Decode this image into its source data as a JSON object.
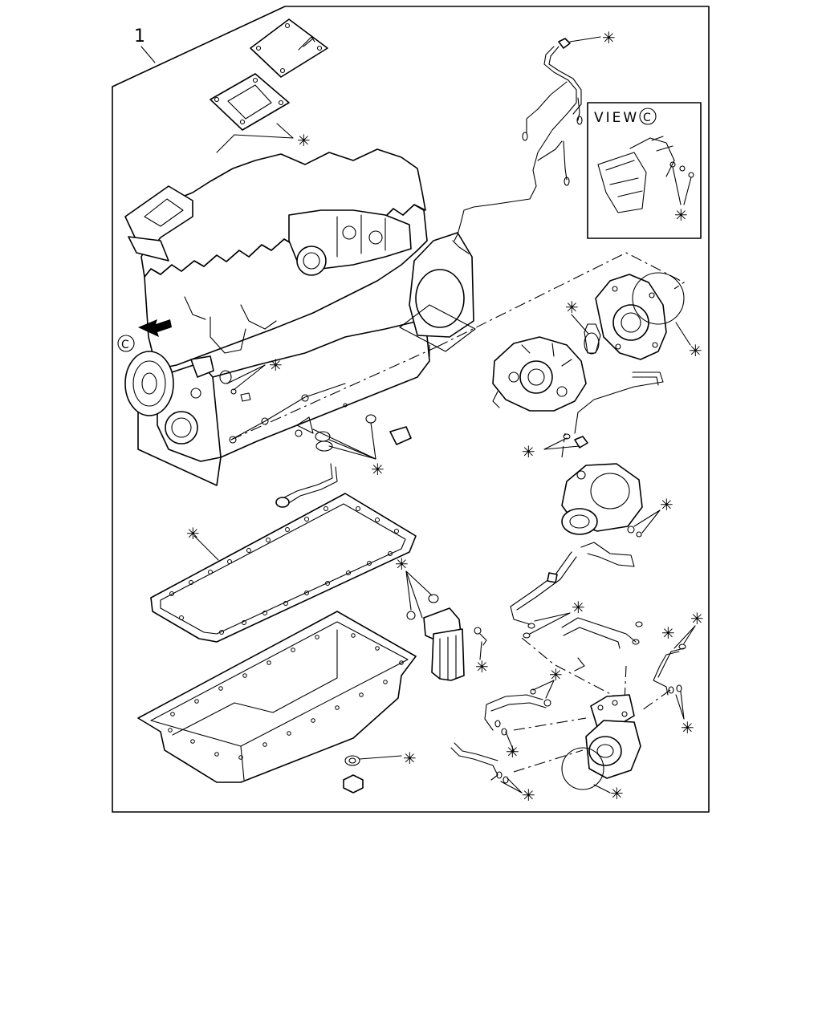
{
  "diagram": {
    "assembly_ref": "1",
    "view_caption": "VIEW",
    "view_letter": "C",
    "view_marker_letter": "C",
    "mark_symbol": "✳"
  }
}
